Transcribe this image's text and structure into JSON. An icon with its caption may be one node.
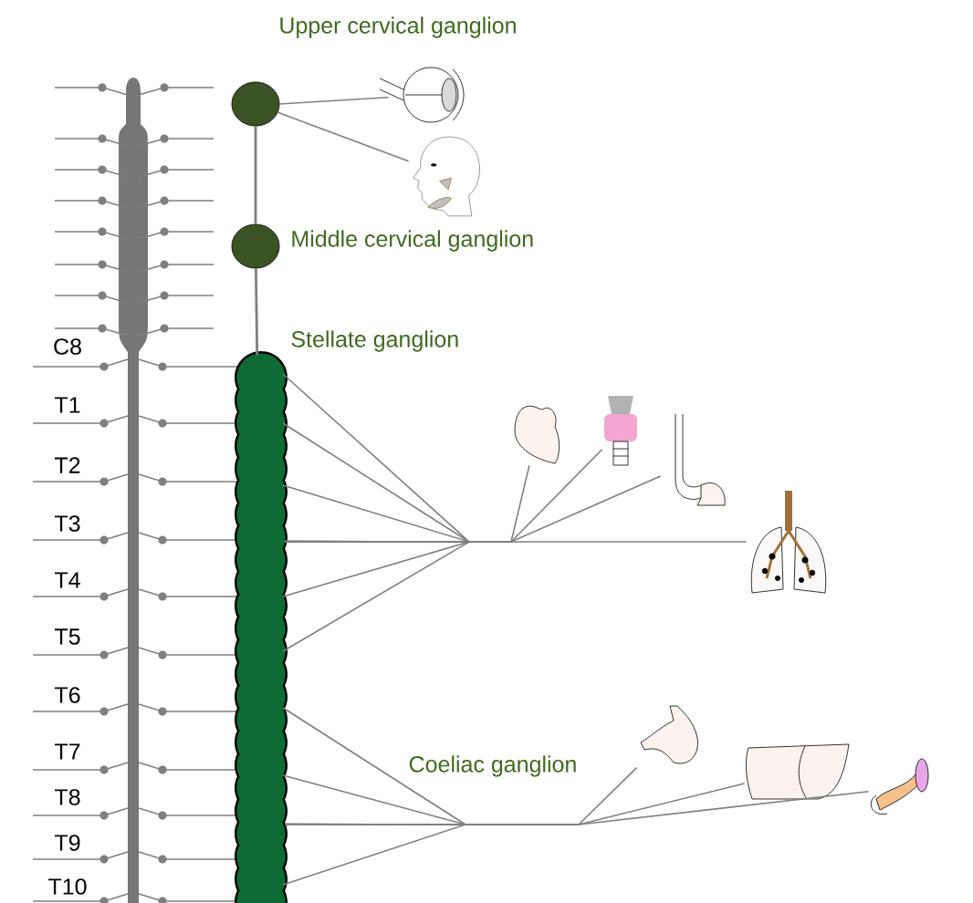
{
  "diagram": {
    "nodes": [
      {
        "text": [
          "Upper cervical ganglion"
        ]
      },
      {
        "text": [
          "Middle cervical ganglion"
        ]
      },
      {
        "text": [
          "Stellate ganglion"
        ]
      },
      {
        "text": [],
        "shape": "picture"
      },
      {
        "text": [],
        "shape": "picture"
      },
      {
        "text": [],
        "shape": "picture"
      },
      {
        "text": [],
        "shape": "picture"
      },
      {
        "text": [],
        "shape": "picture"
      },
      {
        "text": [],
        "shape": "picture"
      },
      {
        "text": [],
        "shape": "picture"
      },
      {
        "text": [],
        "shape": "picture"
      },
      {
        "text": [],
        "shape": "picture"
      }
    ],
    "edges": [
      {
        "from": 0,
        "to": 1,
        "arrow": "none"
      },
      {
        "from": 1,
        "to": 2,
        "arrow": "none"
      },
      {
        "from": 0,
        "to": 3,
        "arrow": "none"
      },
      {
        "from": 0,
        "to": 4,
        "arrow": "none"
      },
      {
        "from": 2,
        "to": 5,
        "arrow": "none"
      },
      {
        "from": 2,
        "to": 6,
        "arrow": "none"
      },
      {
        "from": 2,
        "to": 7,
        "arrow": "none"
      },
      {
        "from": 2,
        "to": 8,
        "arrow": "none"
      },
      {
        "from": 2,
        "to": 9,
        "arrow": "none"
      },
      {
        "from": 2,
        "to": 10,
        "arrow": "none"
      },
      {
        "from": 2,
        "to": 11,
        "arrow": "none"
      }
    ],
    "labels": [
      "C8",
      "T1",
      "T2",
      "T3",
      "T4",
      "T5",
      "T6",
      "T7",
      "T8",
      "T9",
      "T10",
      "Coeliac ganglion"
    ]
  }
}
